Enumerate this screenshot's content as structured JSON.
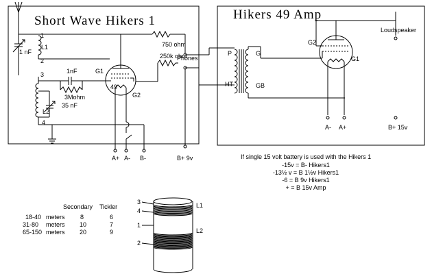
{
  "receiver": {
    "title": "Short Wave Hikers 1",
    "cap_tuning": "1 nF",
    "coil_L1": "L1",
    "coil_L2": "L2",
    "pin_labels": [
      "1",
      "2",
      "3",
      "4"
    ],
    "grid_cap": "1nF",
    "grid_leak": "3Mohm",
    "cap_reaction": "35 nF",
    "tube": "49",
    "tube_g1": "G1",
    "tube_g2": "G2",
    "res_750": "750 ohm",
    "res_250k": "250k ohm",
    "phones": "Phones",
    "term_a_plus": "A+",
    "term_a_minus": "A-",
    "term_b_minus": "B-",
    "term_b_plus": "B+ 9v"
  },
  "amp": {
    "title": "Hikers 49 Amp",
    "loudspeaker": "Loudspeaker",
    "g2": "G2",
    "g1": "G1",
    "p": "P",
    "g": "G",
    "ht": "HT",
    "gb": "GB",
    "term_a_minus": "A-",
    "term_a_plus": "A+",
    "term_b_plus": "B+ 15v"
  },
  "battery_note": {
    "heading": "If single 15 volt battery is used with the Hikers 1",
    "lines": [
      "-15v = B- Hikers1",
      "-13½ v = B 1½v  Hikers1",
      "-6 = B 9v Hikers1",
      "+ = B 15v Amp"
    ]
  },
  "coil_table": {
    "headers": [
      "Secondary",
      "Tickler"
    ],
    "rows": [
      {
        "range": "18-40",
        "unit": "meters",
        "secondary": "8",
        "tickler": "6"
      },
      {
        "range": "31-80",
        "unit": "meters",
        "secondary": "10",
        "tickler": "7"
      },
      {
        "range": "65-150",
        "unit": "meters",
        "secondary": "20",
        "tickler": "9"
      }
    ]
  },
  "coil_form": {
    "pin_labels": [
      "3",
      "4",
      "1",
      "2"
    ],
    "winding_labels": [
      "L1",
      "L2"
    ]
  }
}
